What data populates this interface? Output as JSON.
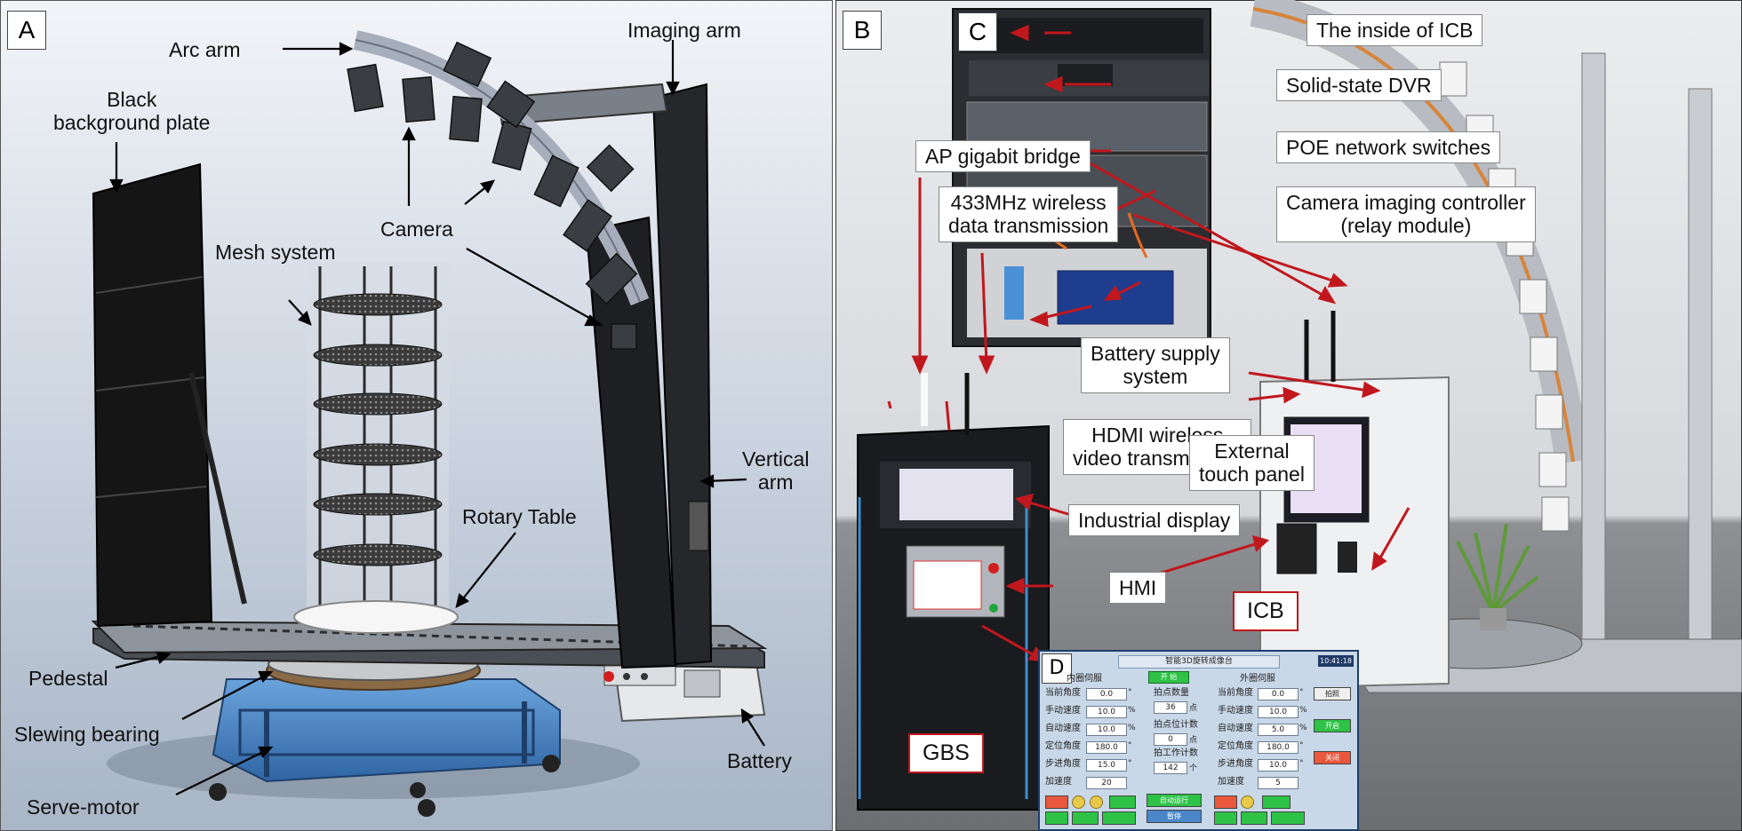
{
  "panel_a": {
    "letter": "A",
    "labels": {
      "arc_arm": "Arc arm",
      "imaging_arm": "Imaging arm",
      "black_background_plate": "Black\nbackground plate",
      "camera": "Camera",
      "mesh_system": "Mesh system",
      "vertical_arm": "Vertical\narm",
      "rotary_table": "Rotary Table",
      "pedestal": "Pedestal",
      "slewing_bearing": "Slewing bearing",
      "serve_motor": "Serve-motor",
      "battery": "Battery"
    }
  },
  "panel_b": {
    "letter_b": "B",
    "letter_c": "C",
    "letter_d": "D",
    "labels": {
      "inside_icb": "The inside of ICB",
      "solid_state_dvr": "Solid-state DVR",
      "ap_gigabit_bridge": "AP gigabit bridge",
      "poe_network_switches": "POE network switches",
      "wireless_433": "433MHz wireless\ndata transmission",
      "camera_imaging_controller": "Camera imaging controller\n(relay module)",
      "battery_supply_system": "Battery supply\nsystem",
      "hdmi_wireless": "HDMI wireless\nvideo transmission",
      "external_touch_panel": "External\ntouch panel",
      "industrial_display": "Industrial display",
      "hmi": "HMI",
      "icb": "ICB",
      "gbs": "GBS"
    }
  },
  "hmi_screen": {
    "title": "智能3D旋转成像台",
    "clock": "10:41:18",
    "left_header": "内圈伺服",
    "right_header": "外圈伺服",
    "start_tag": "开 始",
    "left_rows": [
      {
        "label": "当前角度",
        "value": "0.0",
        "unit": "°"
      },
      {
        "label": "手动速度",
        "value": "10.0",
        "unit": "%"
      },
      {
        "label": "自动速度",
        "value": "10.0",
        "unit": "%"
      },
      {
        "label": "定位角度",
        "value": "180.0",
        "unit": "°"
      },
      {
        "label": "步进角度",
        "value": "15.0",
        "unit": "°"
      },
      {
        "label": "加速度",
        "value": "20",
        "unit": ""
      }
    ],
    "mid_rows": [
      {
        "label": "拍点数量",
        "value": "36",
        "unit": "点"
      },
      {
        "label": "拍点位计数",
        "value": "0",
        "unit": "点"
      },
      {
        "label": "拍工作计数",
        "value": "142",
        "unit": "个"
      }
    ],
    "right_rows": [
      {
        "label": "当前角度",
        "value": "0.0",
        "unit": "°"
      },
      {
        "label": "手动速度",
        "value": "10.0",
        "unit": "%"
      },
      {
        "label": "自动速度",
        "value": "5.0",
        "unit": "%"
      },
      {
        "label": "定位角度",
        "value": "180.0",
        "unit": "°"
      },
      {
        "label": "步进角度",
        "value": "10.0",
        "unit": "°"
      },
      {
        "label": "加速度",
        "value": "5",
        "unit": ""
      }
    ],
    "side_buttons": [
      "拍照",
      "开启",
      "关闭"
    ],
    "bottom_buttons": [
      "自动运行",
      "暂停"
    ]
  },
  "colors": {
    "callout_red": "#c0171d",
    "base_blue": "#4a86c8",
    "hmi_green": "#2ec247"
  }
}
